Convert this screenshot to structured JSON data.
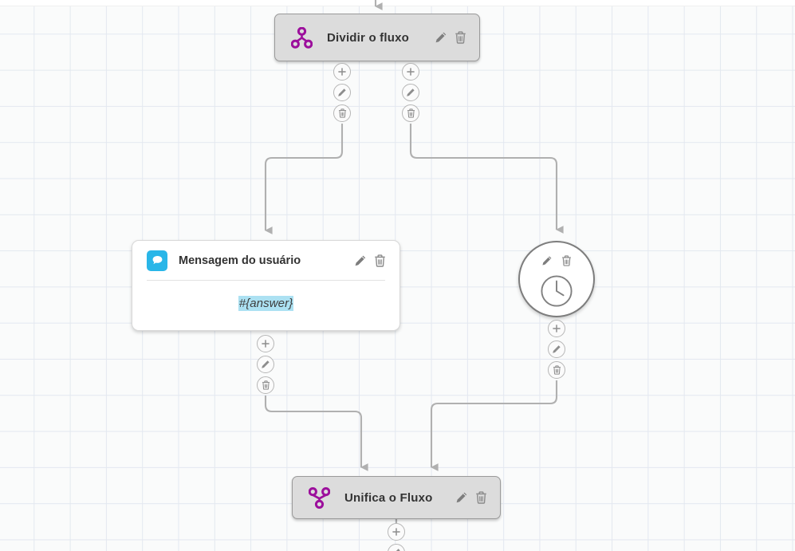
{
  "canvas": {
    "background_color": "#fafbfb",
    "grid_color": "#e3e8f0",
    "grid_size": 45
  },
  "colors": {
    "accent_purple": "#9c0f9c",
    "accent_blue": "#29b6e8",
    "token_highlight": "#ace1f2",
    "pill_fill": "#dcdcdc",
    "pill_border": "#9a9a9a",
    "edge_stroke": "#b0b0b0",
    "icon_grey": "#8a8a8a",
    "text_dark": "#333333"
  },
  "nodes": [
    {
      "id": "split",
      "type": "pill",
      "title": "Dividir o fluxo",
      "icon": "flow-split-icon",
      "actions": [
        {
          "name": "edit-icon",
          "label": "Editar"
        },
        {
          "name": "delete-icon",
          "label": "Excluir"
        }
      ]
    },
    {
      "id": "user-message",
      "type": "card",
      "title": "Mensagem do usuário",
      "icon": "speech-bubble-icon",
      "body_token": "#{answer}",
      "actions": [
        {
          "name": "edit-icon",
          "label": "Editar"
        },
        {
          "name": "delete-icon",
          "label": "Excluir"
        }
      ]
    },
    {
      "id": "timer",
      "type": "circle",
      "title": "",
      "icon": "clock-icon",
      "actions": [
        {
          "name": "edit-icon",
          "label": "Editar"
        },
        {
          "name": "delete-icon",
          "label": "Excluir"
        }
      ]
    },
    {
      "id": "merge",
      "type": "pill",
      "title": "Unifica o Fluxo",
      "icon": "flow-merge-icon",
      "actions": [
        {
          "name": "edit-icon",
          "label": "Editar"
        },
        {
          "name": "delete-icon",
          "label": "Excluir"
        }
      ]
    }
  ],
  "connector_controls": {
    "add_label": "+",
    "buttons": [
      {
        "name": "add-step-button",
        "icon": "plus-icon"
      },
      {
        "name": "edit-connection-button",
        "icon": "pencil-icon"
      },
      {
        "name": "delete-connection-button",
        "icon": "trash-icon"
      }
    ]
  },
  "edges": [
    {
      "from": "inbound",
      "to": "split"
    },
    {
      "from": "split-left",
      "to": "user-message"
    },
    {
      "from": "split-right",
      "to": "timer"
    },
    {
      "from": "user-message",
      "to": "merge"
    },
    {
      "from": "timer",
      "to": "merge"
    },
    {
      "from": "merge",
      "to": "outbound"
    }
  ]
}
